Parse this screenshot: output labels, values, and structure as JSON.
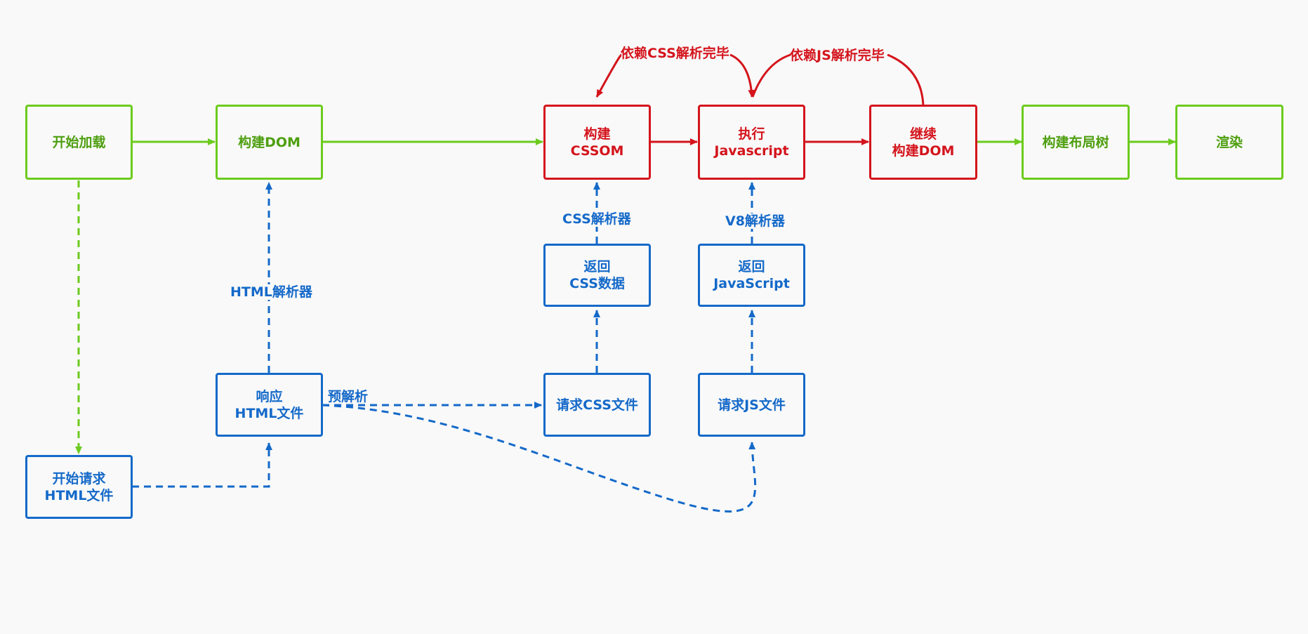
{
  "nodes": {
    "start_load": {
      "lines": [
        "开始加载"
      ]
    },
    "build_dom": {
      "lines": [
        "构建DOM"
      ]
    },
    "build_cssom": {
      "lines": [
        "构建",
        "CSSOM"
      ]
    },
    "exec_js": {
      "lines": [
        "执行",
        "Javascript"
      ]
    },
    "continue_dom": {
      "lines": [
        "继续",
        "构建DOM"
      ]
    },
    "build_layout": {
      "lines": [
        "构建布局树"
      ]
    },
    "render": {
      "lines": [
        "渲染"
      ]
    },
    "request_html": {
      "lines": [
        "开始请求",
        "HTML文件"
      ]
    },
    "response_html": {
      "lines": [
        "响应",
        "HTML文件"
      ]
    },
    "return_css": {
      "lines": [
        "返回",
        "CSS数据"
      ]
    },
    "return_js": {
      "lines": [
        "返回",
        "JavaScript"
      ]
    },
    "request_css": {
      "lines": [
        "请求CSS文件"
      ]
    },
    "request_js": {
      "lines": [
        "请求JS文件"
      ]
    }
  },
  "labels": {
    "html_parser": "HTML解析器",
    "css_parser": "CSS解析器",
    "v8_parser": "V8解析器",
    "preparse": "预解析",
    "depends_css": "依赖CSS解析完毕",
    "depends_js": "依赖JS解析完毕"
  },
  "colors": {
    "green": "#6ccb1e",
    "red": "#d4141c",
    "blue": "#1469c9"
  }
}
